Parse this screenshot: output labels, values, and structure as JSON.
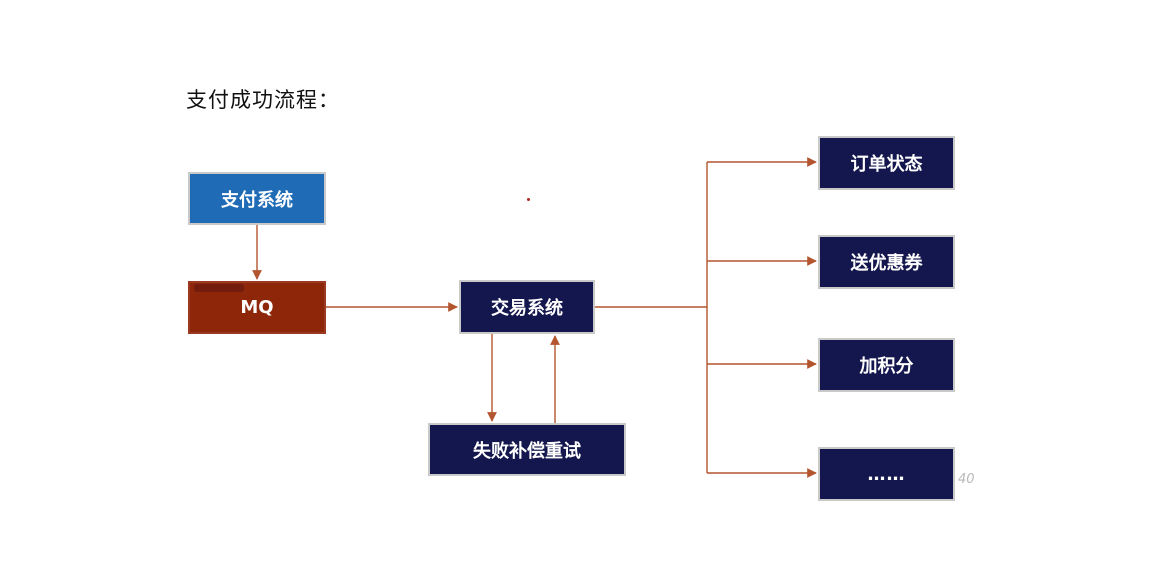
{
  "title": "支付成功流程：",
  "colors": {
    "navy": "#14174d",
    "blue": "#1f6bb6",
    "mq": "#8e2709",
    "connector": "#b3552f"
  },
  "nodes": {
    "pay_system": "支付系统",
    "mq": "MQ",
    "trade_system": "交易系统",
    "retry": "失败补偿重试",
    "order_status": "订单状态",
    "send_coupon": "送优惠券",
    "add_points": "加积分",
    "more": "……"
  },
  "page_mark": "40"
}
